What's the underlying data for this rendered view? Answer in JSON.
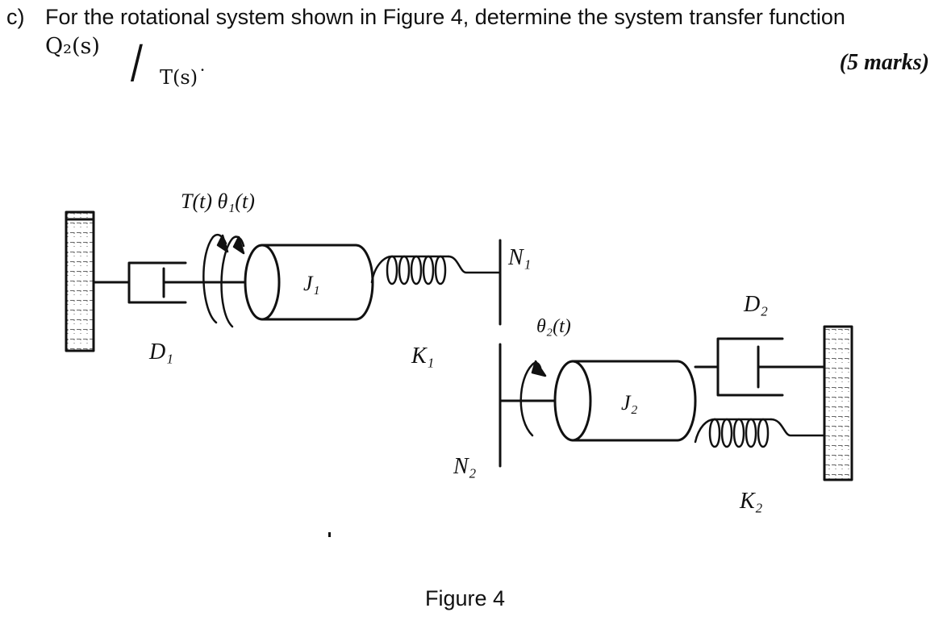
{
  "question": {
    "letter": "c)",
    "text": "For the rotational system shown in Figure 4, determine the system transfer function",
    "tf_numerator": "Q₂(s)",
    "tf_slash": "/",
    "tf_denominator": "T(s)˙",
    "marks": "(5 marks)"
  },
  "figure": {
    "caption": "Figure 4",
    "labels": {
      "torque": "T(t) θ₁(t)",
      "D1": "D₁",
      "J1": "J₁",
      "K1": "K₁",
      "N1": "N₁",
      "theta2": "θ₂(t)",
      "D2": "D₂",
      "J2": "J₂",
      "N2": "N₂",
      "K2": "K₂"
    }
  }
}
